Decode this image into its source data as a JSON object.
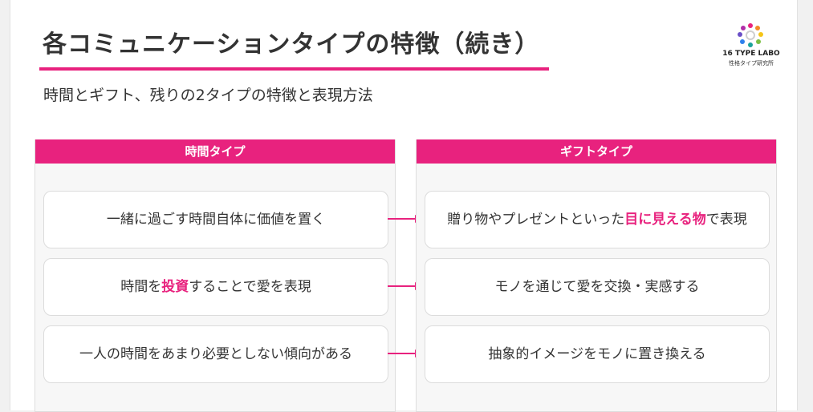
{
  "title": "各コミュニケーションタイプの特徴（続き）",
  "subtitle": "時間とギフト、残りの2タイプの特徴と表現方法",
  "logo": {
    "icon": "people-circle-logo-icon",
    "name": "16 TYPE LABO",
    "tagline": "性格タイプ研究所"
  },
  "colors": {
    "accent": "#e8227e",
    "text": "#333333"
  },
  "columns": [
    {
      "header": "時間タイプ",
      "items": [
        {
          "pre": "一緒に過ごす時間自体に価値を置く",
          "highlight": "",
          "post": ""
        },
        {
          "pre": "時間を",
          "highlight": "投資",
          "post": "することで愛を表現"
        },
        {
          "pre": "一人の時間をあまり必要としない傾向がある",
          "highlight": "",
          "post": ""
        }
      ]
    },
    {
      "header": "ギフトタイプ",
      "items": [
        {
          "pre": "贈り物やプレゼントといった",
          "highlight": "目に見える物",
          "post": "で表現"
        },
        {
          "pre": "モノを通じて愛を交換・実感する",
          "highlight": "",
          "post": ""
        },
        {
          "pre": "抽象的イメージをモノに置き換える",
          "highlight": "",
          "post": ""
        }
      ]
    }
  ]
}
